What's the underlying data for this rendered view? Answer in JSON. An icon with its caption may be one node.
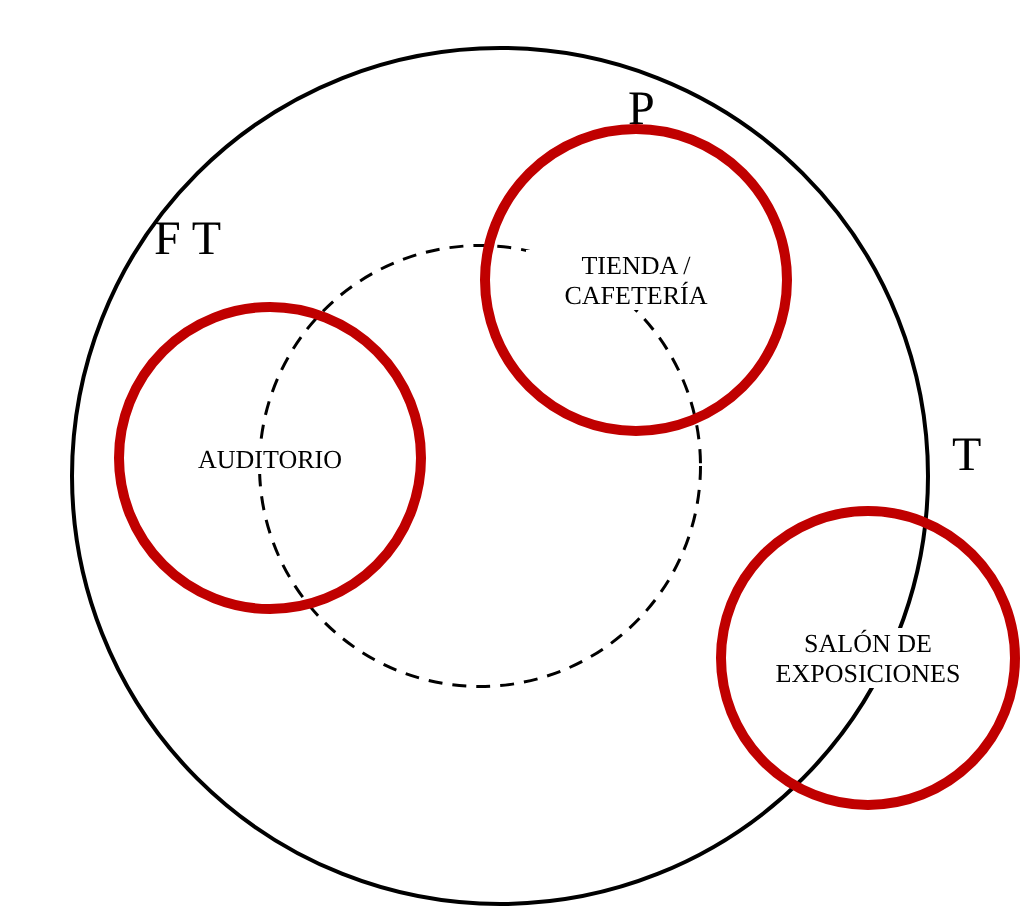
{
  "diagram": {
    "nodes": [
      {
        "text": [],
        "shape": "circle"
      },
      {
        "text": [],
        "shape": "circle",
        "in": 0
      },
      {
        "text": [
          "AUDITORIO"
        ],
        "beside": [
          "F T"
        ],
        "in": 0
      },
      {
        "text": [
          "TIENDA / CAFETERÍA"
        ],
        "beside": [
          "P"
        ],
        "in": 0
      },
      {
        "text": [
          "SALÓN DE EXPOSICIONES"
        ],
        "beside": [
          "T"
        ]
      }
    ]
  }
}
